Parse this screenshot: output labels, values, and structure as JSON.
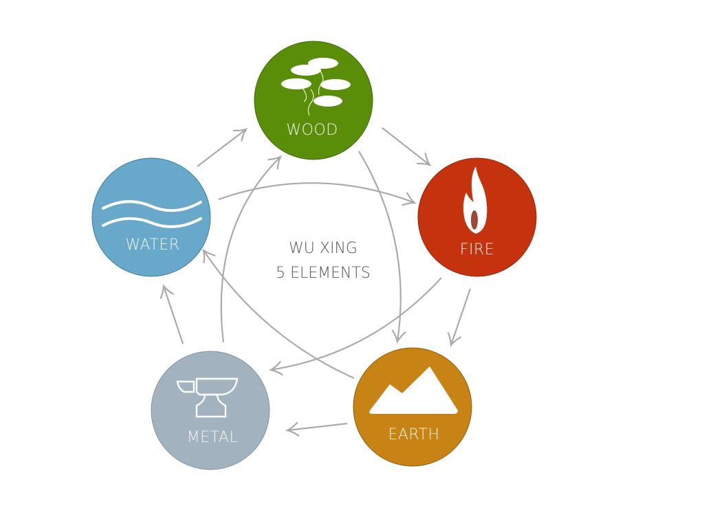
{
  "title": {
    "line1": "WU XING",
    "line2": "5 ELEMENTS"
  },
  "elements": {
    "wood": {
      "label": "WOOD",
      "color": "#5b8e08",
      "icon": "tree-icon"
    },
    "fire": {
      "label": "FIRE",
      "color": "#c4320e",
      "icon": "flame-icon"
    },
    "earth": {
      "label": "EARTH",
      "color": "#c78414",
      "icon": "mountain-icon"
    },
    "metal": {
      "label": "METAL",
      "color": "#a2b3bf",
      "icon": "anvil-icon"
    },
    "water": {
      "label": "WATER",
      "color": "#68a9cb",
      "icon": "waves-icon"
    }
  },
  "arrow_color": "#aaaaaa"
}
